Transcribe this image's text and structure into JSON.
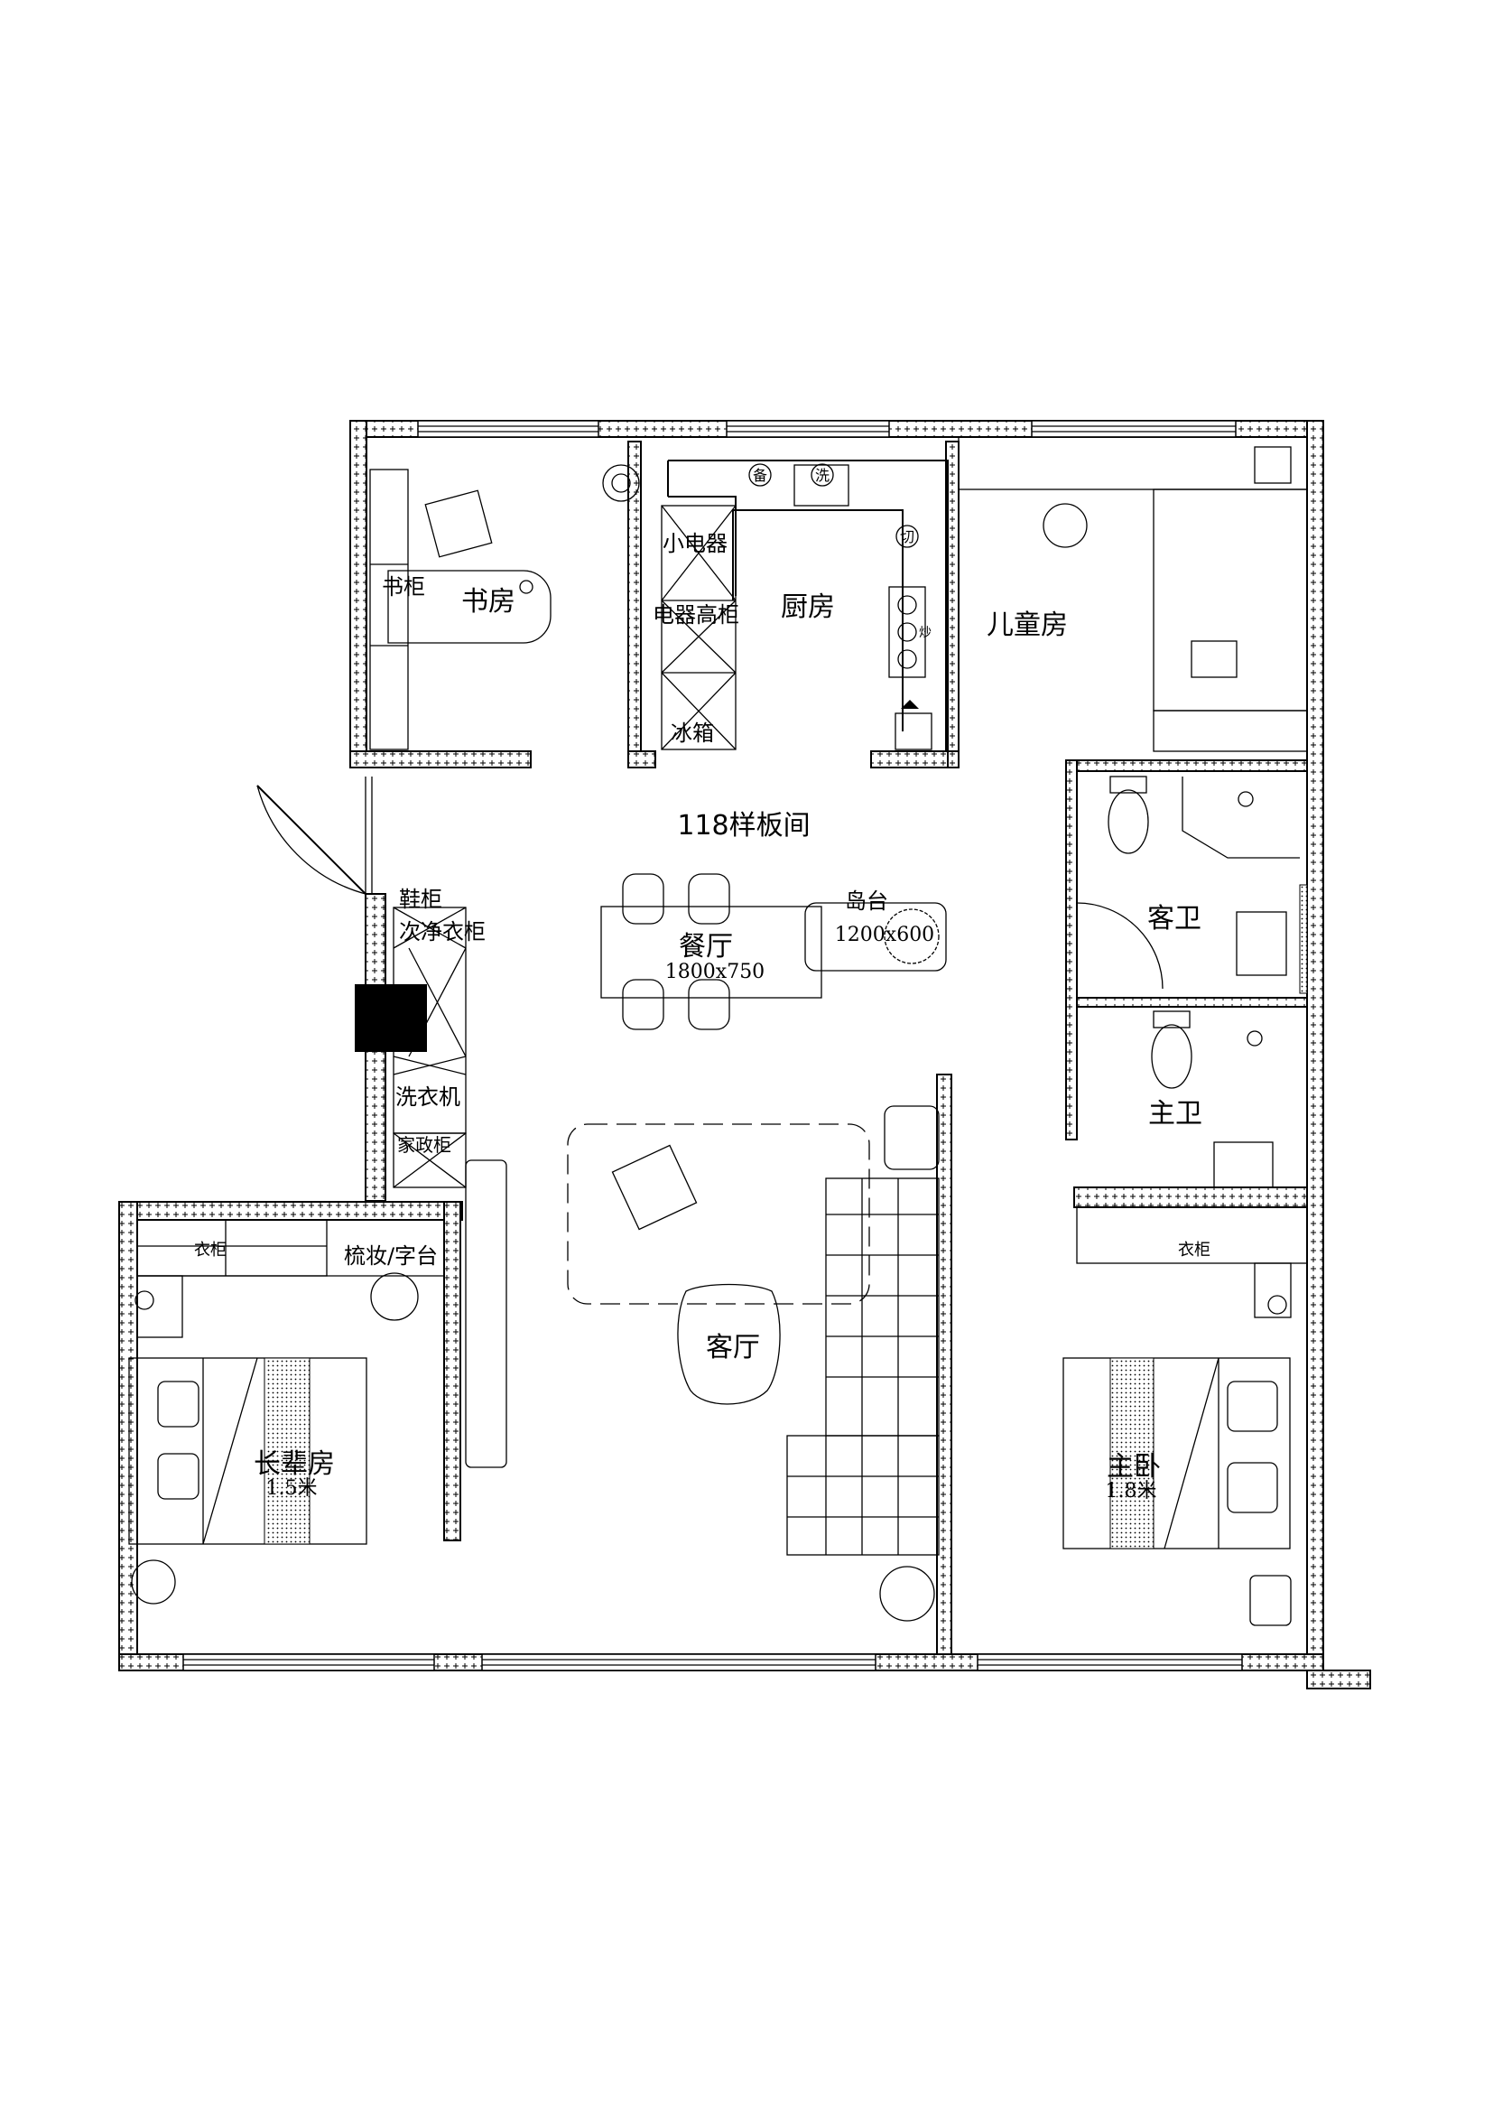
{
  "plan": {
    "title": "118样板间",
    "rooms": {
      "study": "书房",
      "kitchen": "厨房",
      "kids_room": "儿童房",
      "dining": "餐厅",
      "dining_table_size": "1800x750",
      "island": "岛台",
      "island_size": "1200x600",
      "guest_bath": "客卫",
      "master_bath": "主卫",
      "living": "客厅",
      "elder_room": "长辈房",
      "elder_bed": "1.5米",
      "master_bedroom": "主卧",
      "master_bed": "1.8米"
    },
    "fixtures": {
      "bookcase": "书柜",
      "small_appliances": "小电器",
      "appliance_tall_cabinet": "电器高柜",
      "fridge": "冰箱",
      "prep": "备",
      "wash": "洗",
      "cut": "切",
      "fry": "炒",
      "shoe_cabinet": "鞋柜",
      "clean_wardrobe": "次净衣柜",
      "washing_machine": "洗衣机",
      "housekeeping_cabinet": "家政柜",
      "dressing_desk": "梳妆/字台",
      "wardrobe_left": "衣柜",
      "wardrobe_right": "衣柜"
    }
  }
}
